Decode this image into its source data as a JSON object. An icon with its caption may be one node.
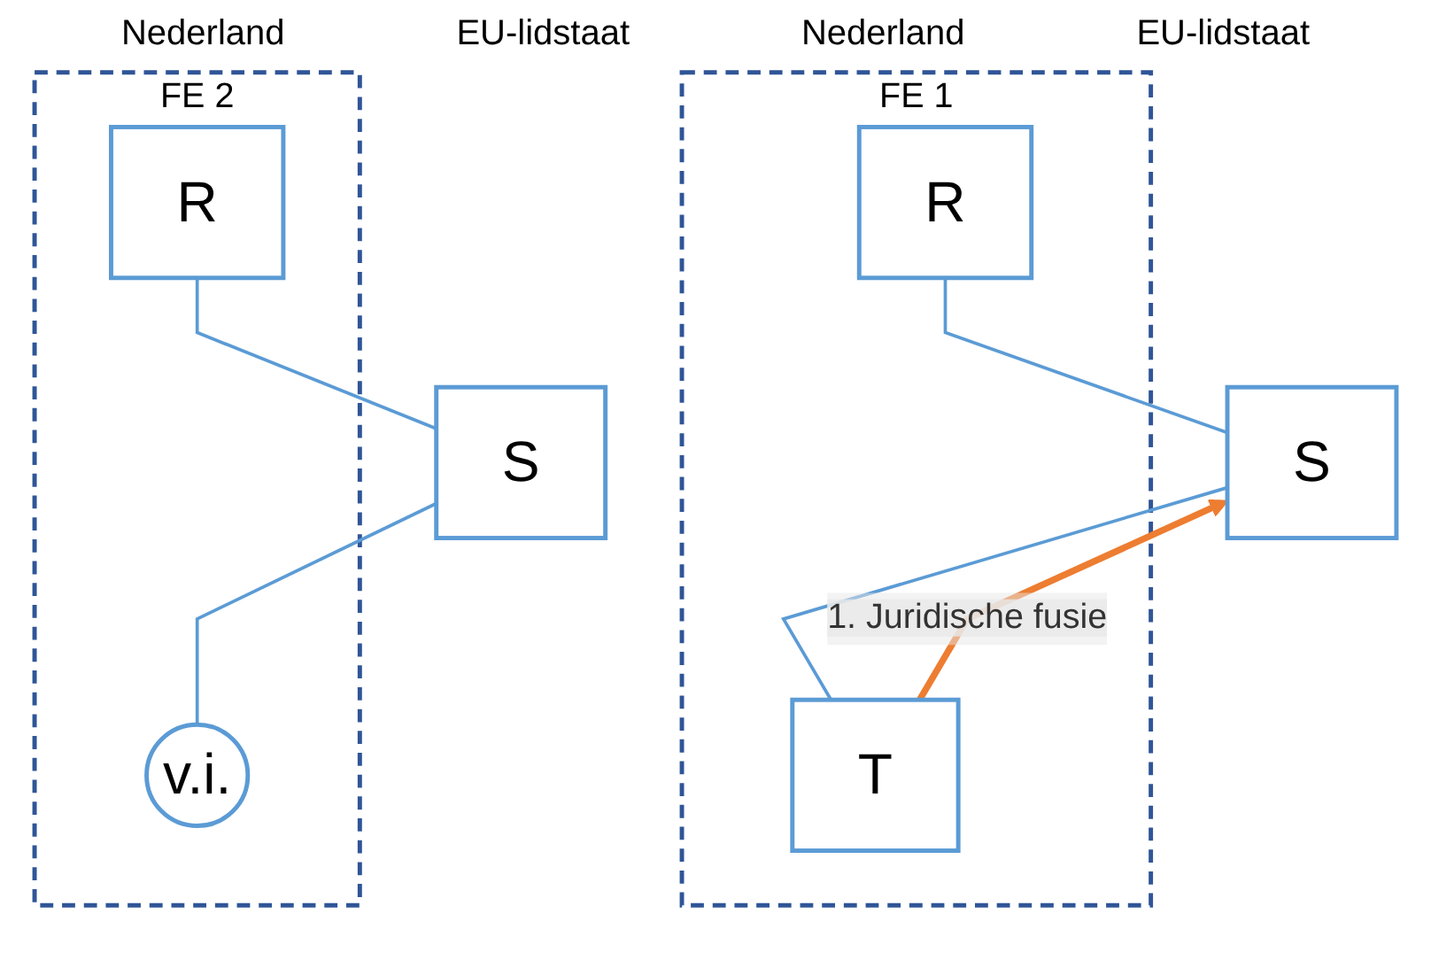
{
  "diagram": {
    "nodes": [
      {
        "text": [
          "FE 1"
        ]
      },
      {
        "text": [
          "R"
        ],
        "in": 0
      },
      {
        "text": [
          "S"
        ]
      },
      {
        "text": [
          "T"
        ],
        "in": 0
      },
      {
        "text": [
          "FE 2"
        ]
      },
      {
        "text": [
          "R"
        ],
        "in": 4
      },
      {
        "text": [
          "S"
        ]
      },
      {
        "text": [
          "v.i."
        ],
        "in": 4
      }
    ],
    "edges": [
      {
        "from": 1,
        "to": 2,
        "arrow": "none"
      },
      {
        "from": 2,
        "to": 3,
        "arrow": "none"
      },
      {
        "from": 3,
        "to": 2,
        "arrow": "to",
        "label": "1. Juridische fusie",
        "style": "thick",
        "color": "#ed7d31"
      },
      {
        "from": 5,
        "to": 6,
        "arrow": "none"
      },
      {
        "from": 6,
        "to": 7,
        "arrow": "none"
      }
    ],
    "labels": [
      "Nederland",
      "EU-lidstaat",
      "Nederland",
      "EU-lidstaat"
    ]
  }
}
